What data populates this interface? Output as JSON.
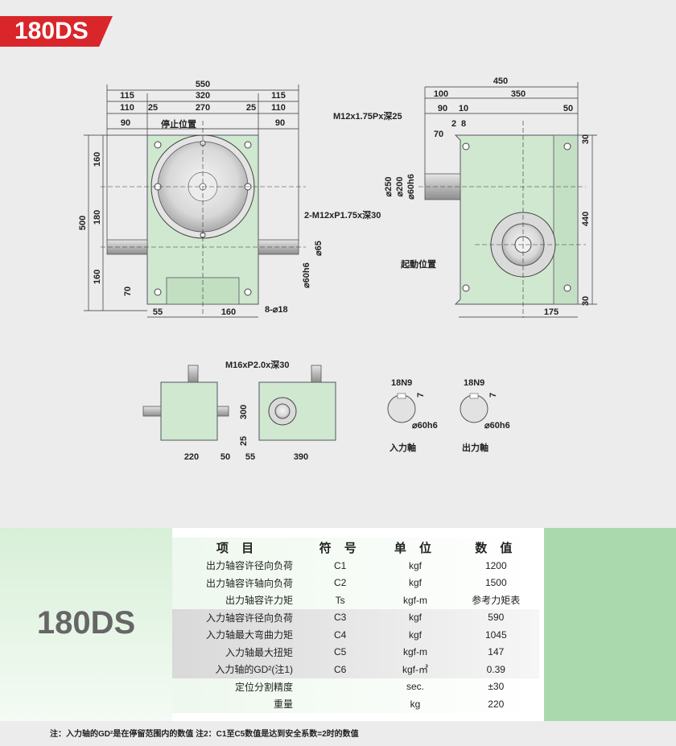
{
  "badge": "180DS",
  "front_view": {
    "dims_top": [
      "550",
      "115",
      "320",
      "115",
      "110",
      "25",
      "270",
      "25",
      "110",
      "90",
      "90"
    ],
    "dims_left": [
      "500",
      "160",
      "180",
      "160",
      "70"
    ],
    "dims_bottom": [
      "55",
      "160"
    ],
    "labels": {
      "stop_position": "停止位置",
      "side_thread": "2-M12xP1.75x深30",
      "shaft_dia": "⌀65",
      "shaft_h6": "⌀60h6",
      "holes": "8-⌀18"
    }
  },
  "side_view": {
    "dims_top": [
      "450",
      "100",
      "350",
      "90",
      "10",
      "50",
      "2",
      "8",
      "70"
    ],
    "dims_right": [
      "30",
      "440",
      "30"
    ],
    "dims_left": [
      "⌀250",
      "⌀200",
      "⌀60h6"
    ],
    "dims_bottom": [
      "175"
    ],
    "labels": {
      "thread": "M12x1.75Px深25",
      "start_position": "起動位置"
    }
  },
  "bottom_view": {
    "thread": "M16xP2.0x深30",
    "dims": [
      "300",
      "25",
      "220",
      "50",
      "55",
      "390"
    ]
  },
  "shafts": [
    {
      "key": "18N9",
      "seven": "7",
      "dia": "⌀60h6",
      "name": "入力軸"
    },
    {
      "key": "18N9",
      "seven": "7",
      "dia": "⌀60h6",
      "name": "出力軸"
    }
  ],
  "panel_title": "180DS",
  "spec_table": {
    "headers": [
      "项  目",
      "符 号",
      "单 位",
      "数 值"
    ],
    "rows": [
      {
        "item": "出力轴容许径向负荷",
        "sym": "C1",
        "unit": "kgf",
        "val": "1200"
      },
      {
        "item": "出力轴容许轴向负荷",
        "sym": "C2",
        "unit": "kgf",
        "val": "1500"
      },
      {
        "item": "出力轴容许力矩",
        "sym": "Ts",
        "unit": "kgf-m",
        "val": "参考力矩表"
      },
      {
        "item": "入力轴容许径向负荷",
        "sym": "C3",
        "unit": "kgf",
        "val": "590"
      },
      {
        "item": "入力轴最大弯曲力矩",
        "sym": "C4",
        "unit": "kgf",
        "val": "1045"
      },
      {
        "item": "入力轴最大扭矩",
        "sym": "C5",
        "unit": "kgf-m",
        "val": "147"
      },
      {
        "item": "入力轴的GD²(注1)",
        "sym": "C6",
        "unit": "kgf-㎡",
        "val": "0.39"
      },
      {
        "item": "定位分割精度",
        "sym": "",
        "unit": "sec.",
        "val": "±30"
      },
      {
        "item": "重量",
        "sym": "",
        "unit": "kg",
        "val": "220"
      }
    ]
  },
  "note": "注：入力轴的GD²是在停留范围内的数值  注2：C1至C5数值是达到安全系数=2时的数值"
}
